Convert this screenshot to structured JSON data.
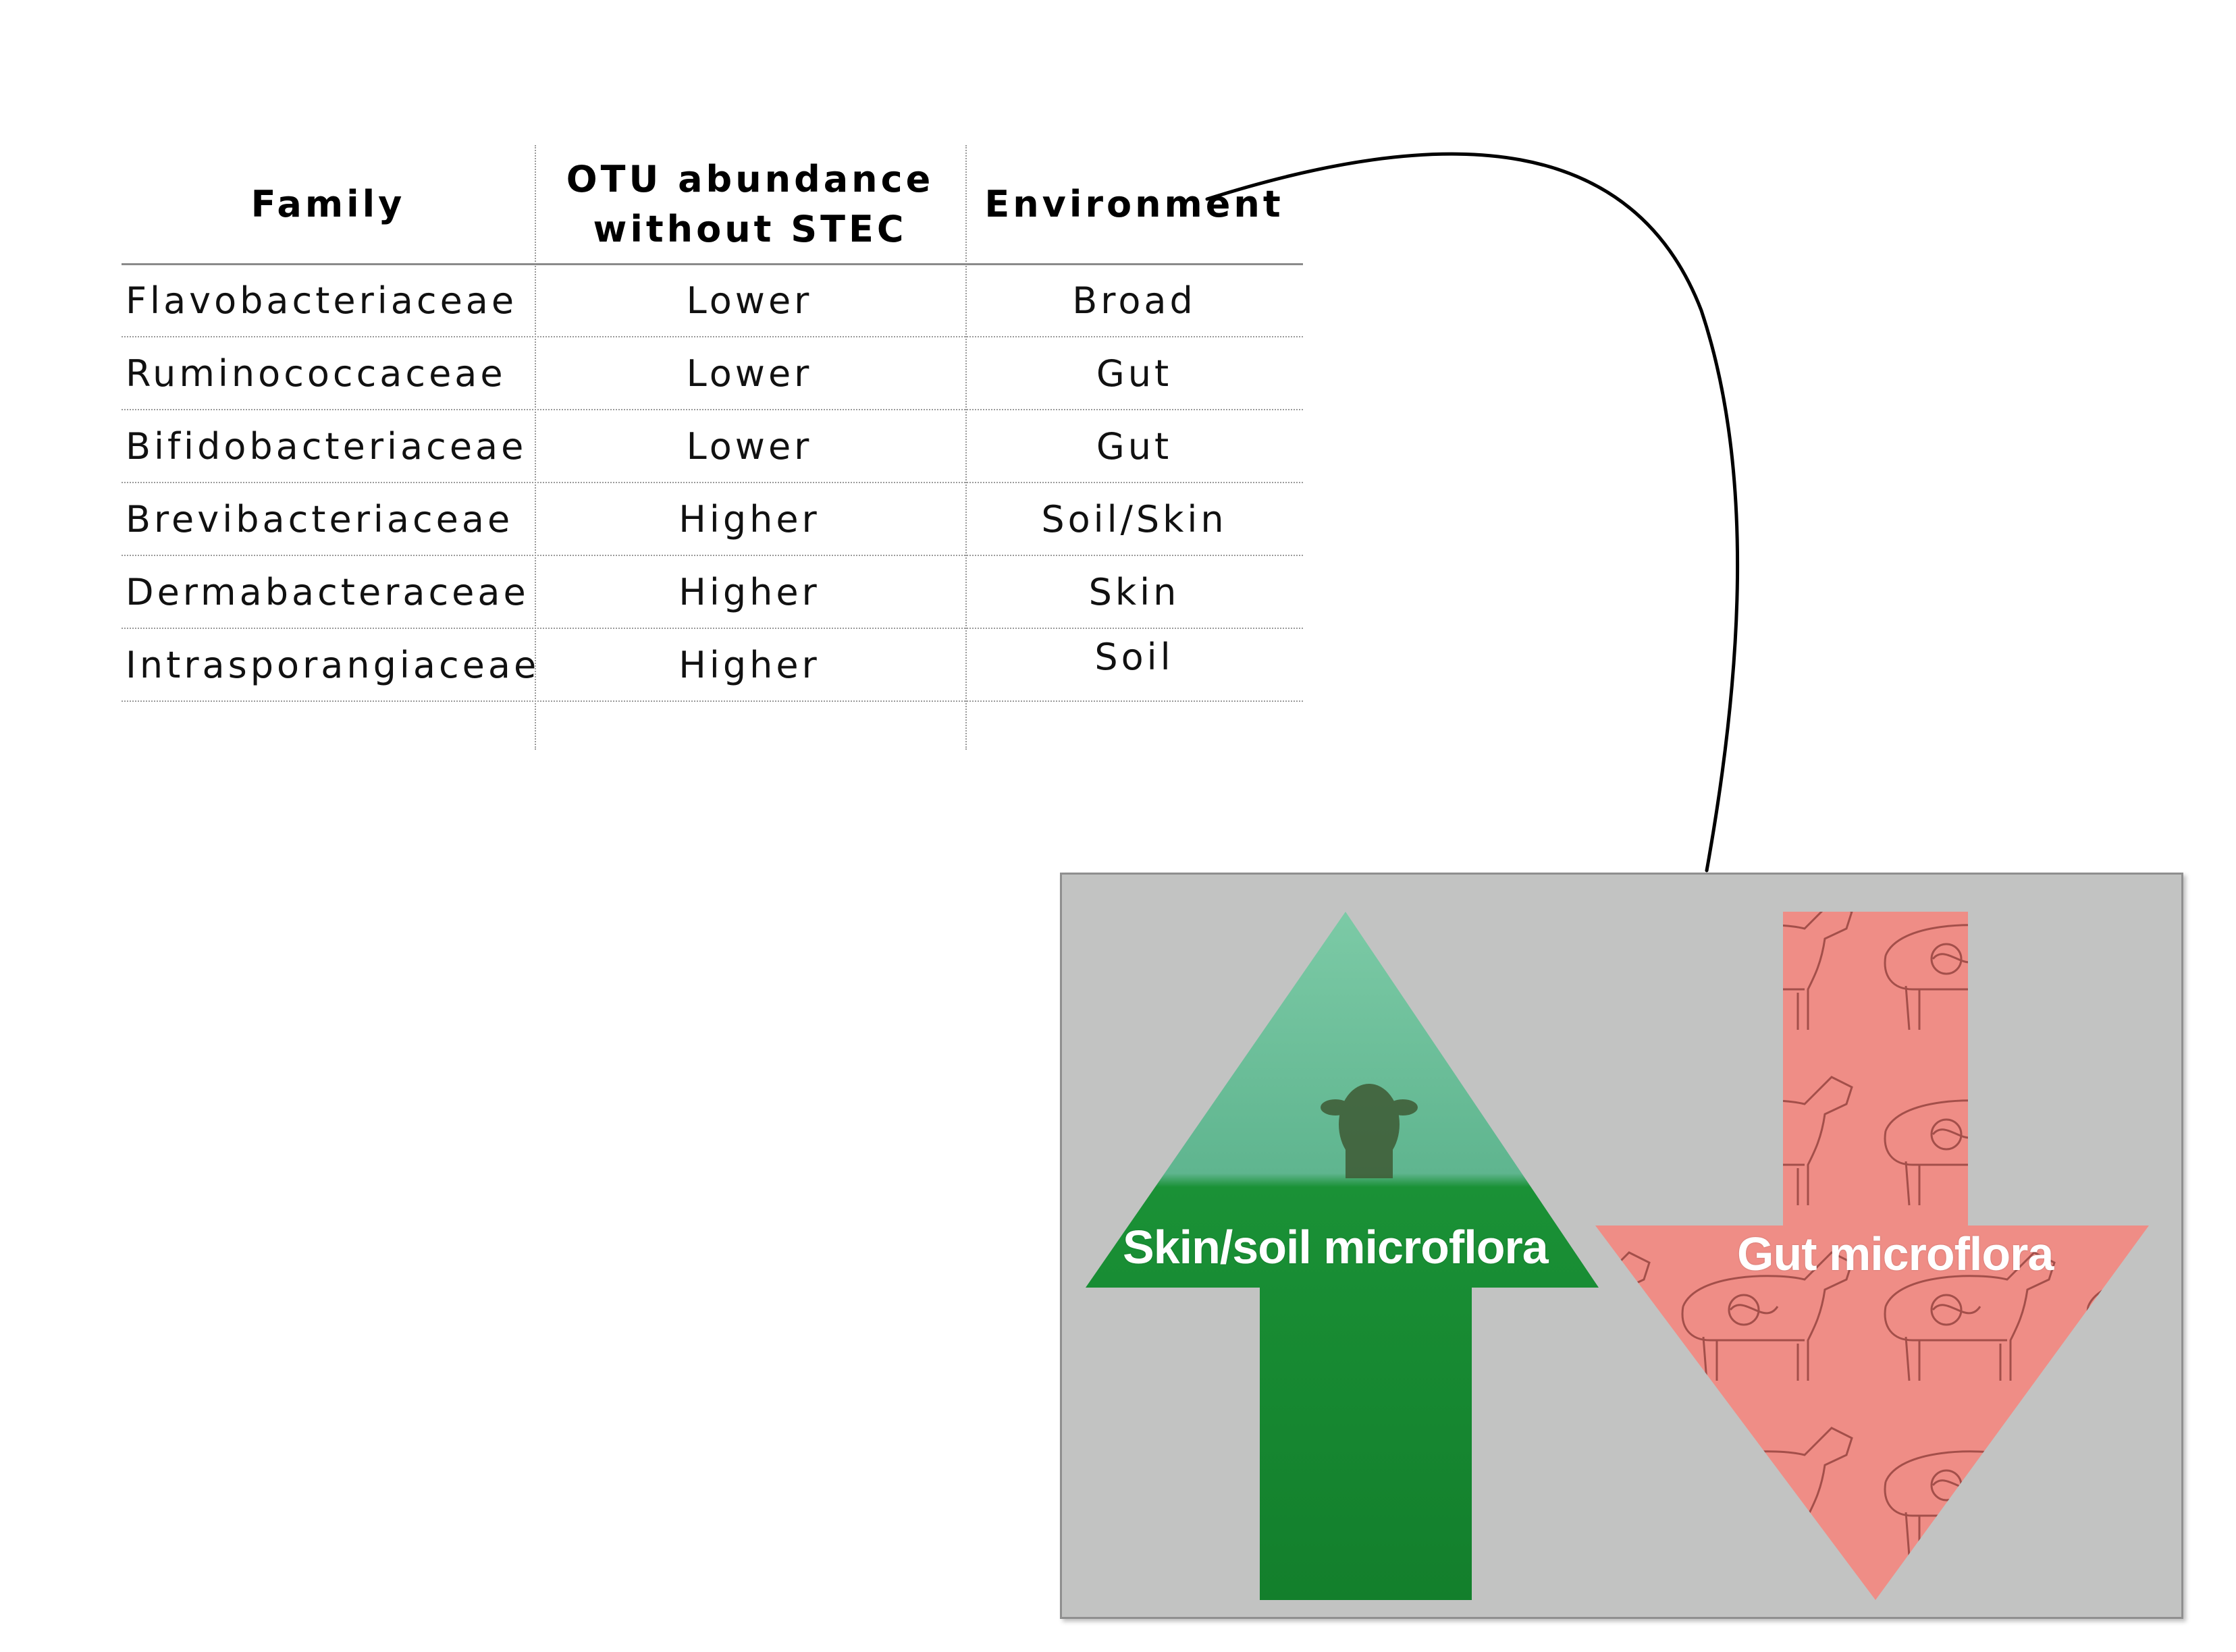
{
  "table": {
    "headers": {
      "family": "Family",
      "abundance_line1": "OTU abundance",
      "abundance_line2": "without STEC",
      "environment": "Environment"
    },
    "rows": [
      {
        "family": "Flavobacteriaceae",
        "abundance": "Lower",
        "environment": "Broad"
      },
      {
        "family": "Ruminococcaceae",
        "abundance": "Lower",
        "environment": "Gut"
      },
      {
        "family": "Bifidobacteriaceae",
        "abundance": "Lower",
        "environment": "Gut"
      },
      {
        "family": "Brevibacteriaceae",
        "abundance": "Higher",
        "environment": "Soil/Skin"
      },
      {
        "family": "Dermabacteraceae",
        "abundance": "Higher",
        "environment": "Skin"
      },
      {
        "family": "Intrasporangiaceae",
        "abundance": "Higher",
        "environment": "Soil"
      }
    ]
  },
  "panel": {
    "up_arrow_label": "Skin/soil microflora",
    "down_arrow_label": "Gut microflora",
    "up_arrow_icon": "arrow-up-icon",
    "down_arrow_icon": "arrow-down-icon"
  },
  "colors": {
    "panel_background": "#c2c3c2",
    "up_arrow_top": "#6fc29b",
    "up_arrow_bottom": "#168a31",
    "down_arrow": "#ef8e87",
    "connector": "#000000"
  }
}
